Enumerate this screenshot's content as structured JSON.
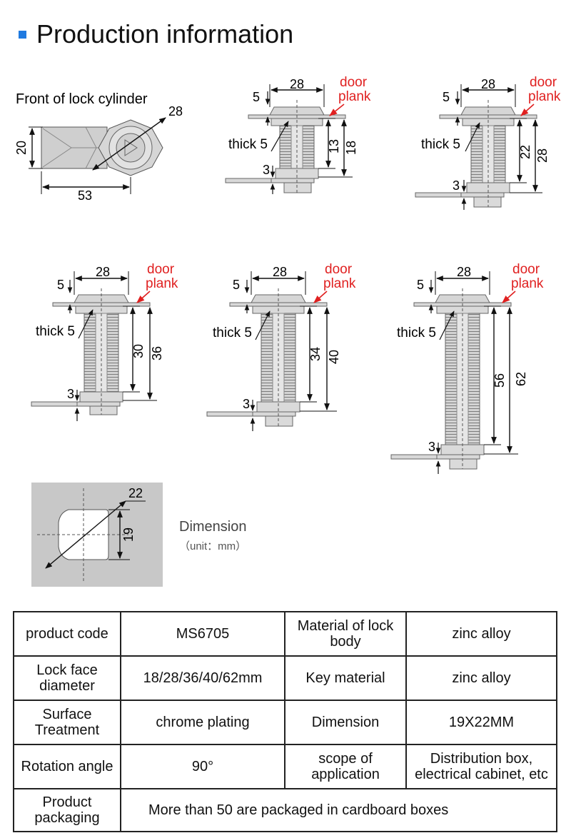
{
  "header": {
    "title": "Production information"
  },
  "diagram": {
    "front_caption": "Front of lock cylinder",
    "front_dims": {
      "diag": "28",
      "height": "20",
      "width": "53"
    },
    "door_plank_line1": "door",
    "door_plank_line2": "plank",
    "thick_label": "thick 5",
    "common": {
      "top_width": "28",
      "top_gap": "5",
      "cam_gap": "3"
    },
    "variants": [
      {
        "inner": "13",
        "outer": "18"
      },
      {
        "inner": "22",
        "outer": "28"
      },
      {
        "inner": "30",
        "outer": "36"
      },
      {
        "inner": "34",
        "outer": "40"
      },
      {
        "inner": "56",
        "outer": "62"
      }
    ],
    "cutout": {
      "diag": "22",
      "height": "19"
    },
    "dimension_label": "Dimension",
    "unit_label": "（unit：mm）"
  },
  "specs": {
    "rows": [
      {
        "label1": "product code",
        "value1": "MS6705",
        "label2": "Material of lock body",
        "value2": "zinc alloy"
      },
      {
        "label1": "Lock face diameter",
        "value1": "18/28/36/40/62mm",
        "label2": "Key material",
        "value2": "zinc alloy"
      },
      {
        "label1": "Surface Treatment",
        "value1": "chrome plating",
        "label2": "Dimension",
        "value2": "19X22MM"
      },
      {
        "label1": "Rotation angle",
        "value1": "90°",
        "label2": "scope of application",
        "value2": "Distribution box, electrical cabinet, etc"
      }
    ],
    "packaging": {
      "label": "Product packaging",
      "value": "More than 50 are packaged in cardboard boxes"
    }
  },
  "colors": {
    "accent": "#1f7ae0",
    "door_plank_red": "#e02020",
    "metal": "#c8c8c8"
  }
}
